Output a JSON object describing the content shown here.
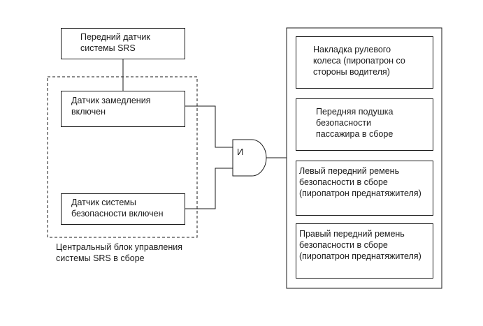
{
  "sensor_front": {
    "label": "Передний датчик\nсистемы SRS"
  },
  "central_unit": {
    "label": "Центральный блок управления\nсистемы SRS в сборе",
    "decel_sensor": "Датчик замедления\nвключен",
    "safety_sensor": "Датчик системы\nбезопасности включен"
  },
  "and_gate": {
    "label": "И"
  },
  "outputs": [
    {
      "label": "Накладка рулевого\nколеса (пиропатрон со\nстороны водителя)"
    },
    {
      "label": "Передняя подушка\nбезопасности\nпассажира в сборе"
    },
    {
      "label": "Левый передний ремень\nбезопасности в сборе\n(пиропатрон преднатяжителя)"
    },
    {
      "label": "Правый передний ремень\nбезопасности в сборе\n(пиропатрон преднатяжителя)"
    }
  ]
}
